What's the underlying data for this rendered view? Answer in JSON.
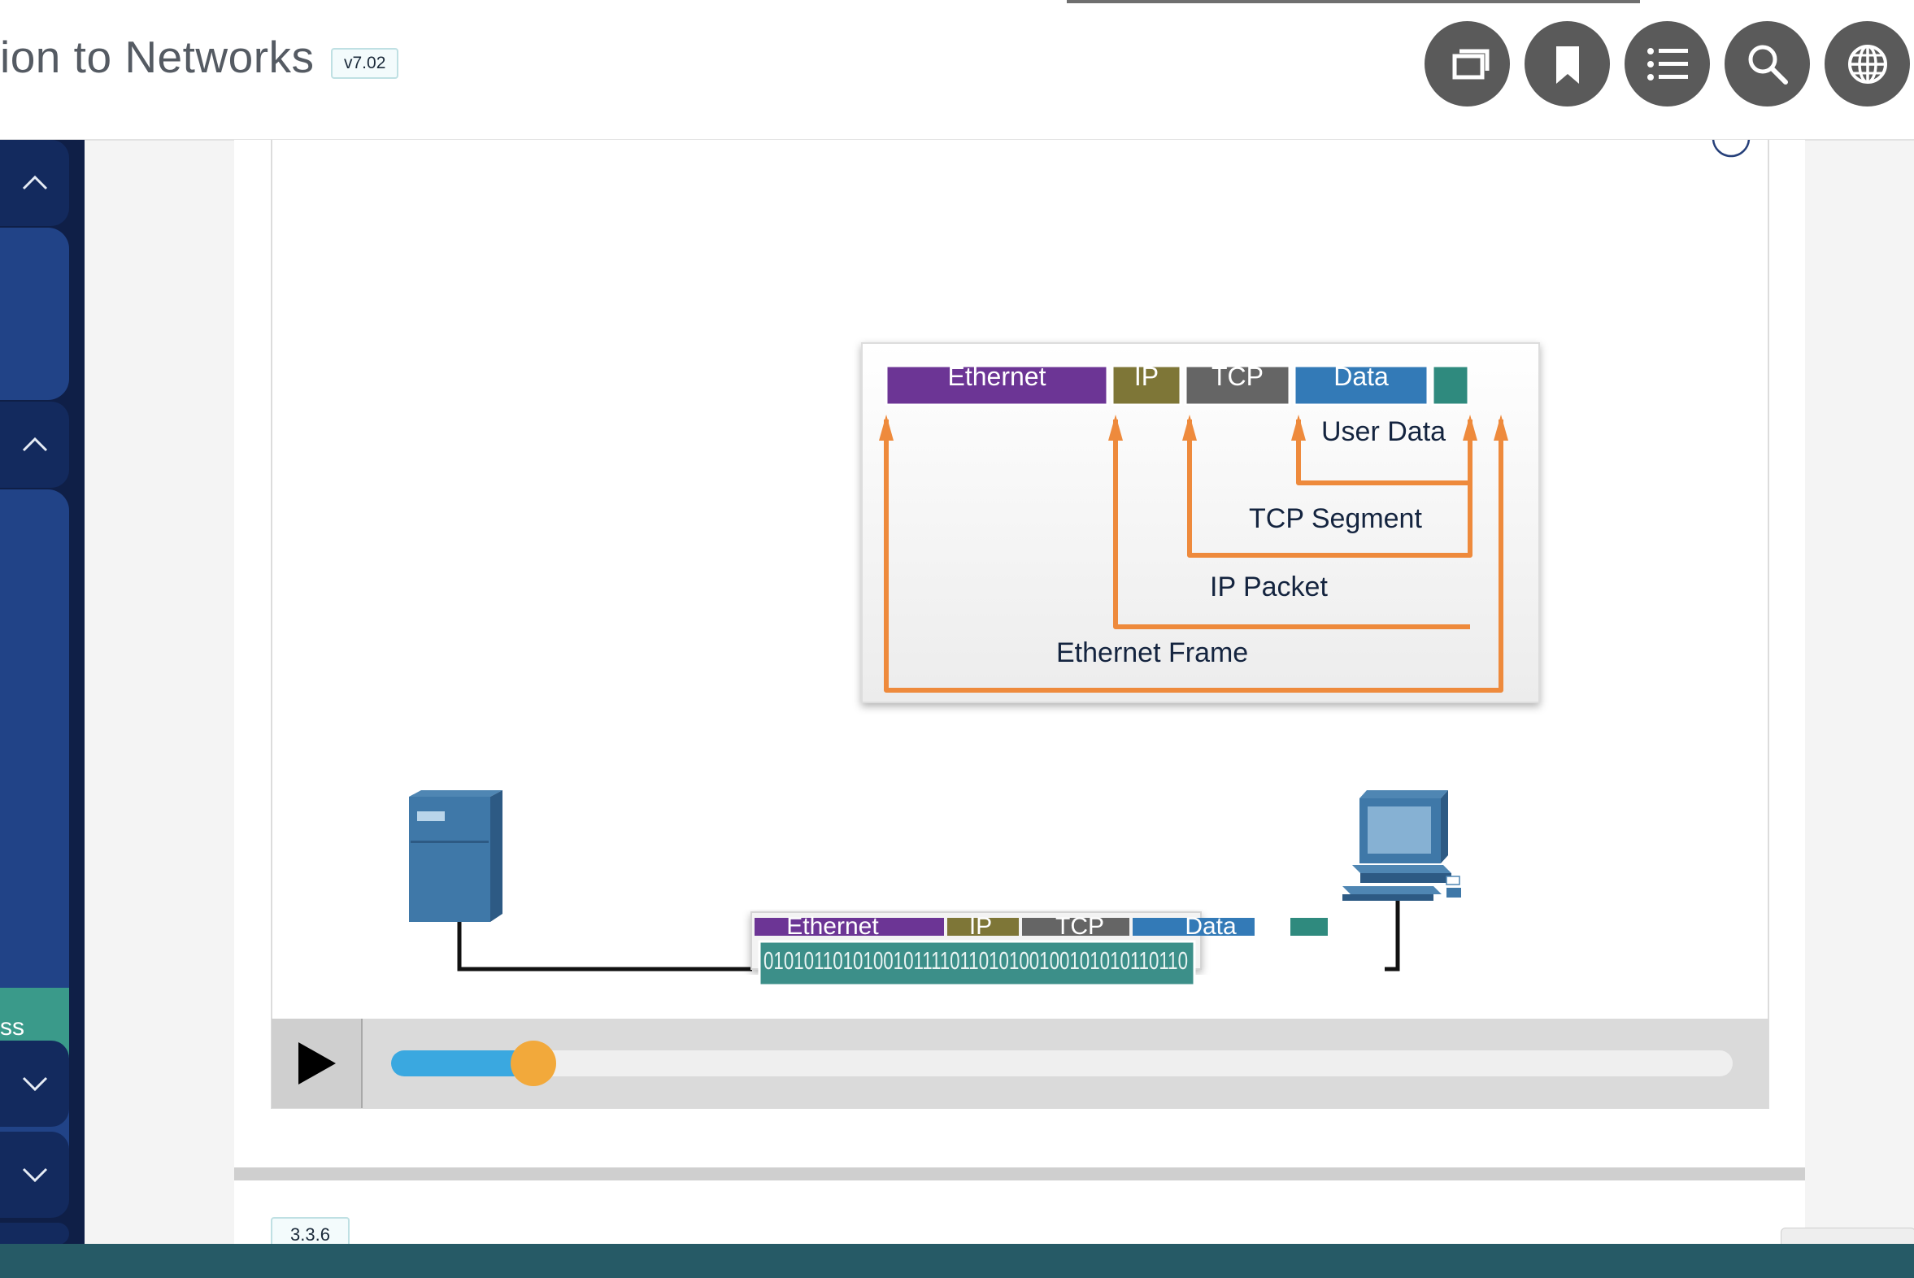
{
  "header": {
    "course_title": "ion to Networks",
    "version": "v7.02",
    "buttons": [
      {
        "name": "windows-icon"
      },
      {
        "name": "bookmark-icon"
      },
      {
        "name": "table-of-contents-icon"
      },
      {
        "name": "search-icon"
      },
      {
        "name": "language-globe-icon"
      }
    ]
  },
  "nav": {
    "active_item_label": "ss",
    "controls": [
      "chevron-up-icon",
      "chevron-up-icon",
      "chevron-down-icon",
      "chevron-down-icon"
    ]
  },
  "diagram": {
    "header_labels": {
      "ethernet": "Ethernet",
      "ip": "IP",
      "tcp": "TCP",
      "data": "Data"
    },
    "bracket_labels": {
      "user_data": "User Data",
      "tcp_segment": "TCP Segment",
      "ip_packet": "IP Packet",
      "ethernet_frame": "Ethernet Frame"
    },
    "frame_labels": {
      "ethernet": "Ethernet",
      "ip": "IP",
      "tcp": "TCP",
      "data": "Data"
    },
    "bits": "0101011010100101111011010100100101010110110",
    "colors": {
      "ethernet": "#6c3595",
      "ip": "#7e7637",
      "tcp": "#656565",
      "data": "#337ab7",
      "trailer": "#2f8a7e",
      "bracket": "#ee8a3c",
      "bits_bg": "#3c8f89"
    }
  },
  "player": {
    "play_icon": "play-icon",
    "progress": 0.106
  },
  "section": {
    "number": "3.3.6"
  }
}
